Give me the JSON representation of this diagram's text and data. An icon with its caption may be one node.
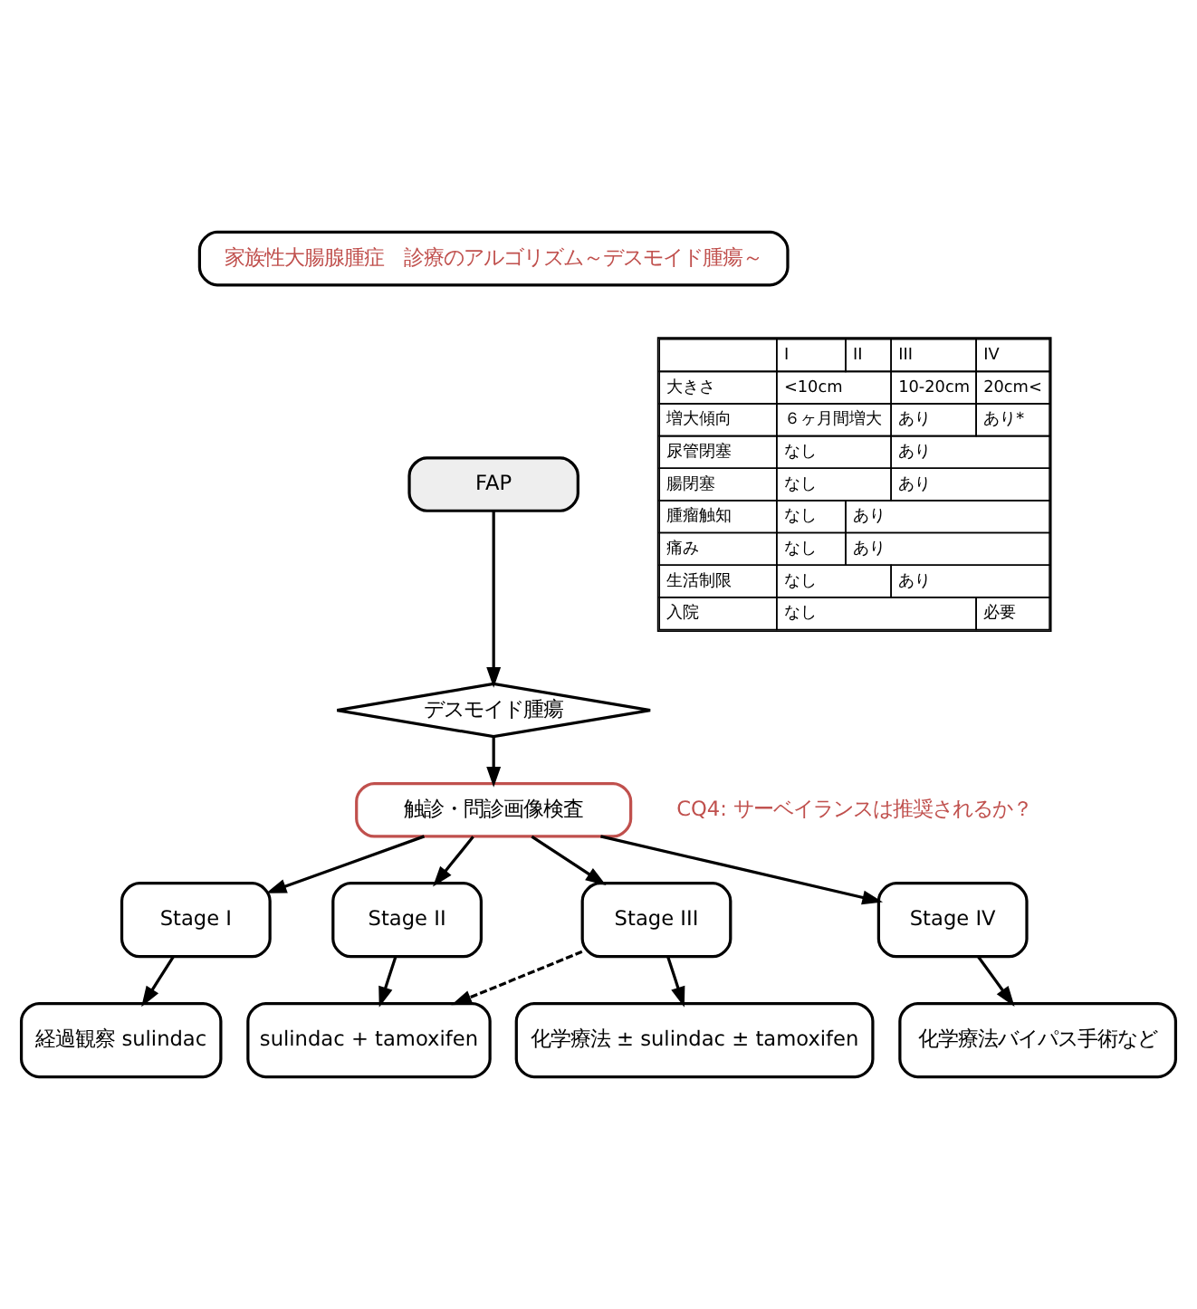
{
  "diagram": {
    "nodes": [
      {
        "text": [
          "家族性大腸腺腫症　診療のアルゴリズム～デスモイド腫瘍～"
        ]
      },
      {
        "text": [
          "FAP"
        ]
      },
      {
        "text": [
          "デスモイド腫瘍"
        ]
      },
      {
        "text": [
          "触診・問診画像検査"
        ]
      },
      {
        "text": [
          "Stage I"
        ]
      },
      {
        "text": [
          "Stage II"
        ]
      },
      {
        "text": [
          "Stage III"
        ]
      },
      {
        "text": [
          "Stage IV"
        ]
      },
      {
        "text": [
          "経過観察 sulindac"
        ]
      },
      {
        "text": [
          "sulindac + tamoxifen"
        ]
      },
      {
        "text": [
          "化学療法 ± sulindac ± tamoxifen"
        ]
      },
      {
        "text": [
          "化学療法バイパス手術など"
        ]
      }
    ],
    "edges": [
      {
        "from": 1,
        "to": 2,
        "arrow": "to"
      },
      {
        "from": 2,
        "to": 3,
        "arrow": "to"
      },
      {
        "from": 3,
        "to": 4,
        "arrow": "to"
      },
      {
        "from": 3,
        "to": 5,
        "arrow": "to"
      },
      {
        "from": 3,
        "to": 6,
        "arrow": "to"
      },
      {
        "from": 3,
        "to": 7,
        "arrow": "to"
      },
      {
        "from": 4,
        "to": 8,
        "arrow": "to"
      },
      {
        "from": 5,
        "to": 9,
        "arrow": "to"
      },
      {
        "from": 6,
        "to": 10,
        "arrow": "to"
      },
      {
        "from": 6,
        "to": 9,
        "arrow": "to",
        "style": "dashed"
      },
      {
        "from": 7,
        "to": 11,
        "arrow": "to"
      }
    ],
    "labels": [
      "I",
      "II",
      "III",
      "IV",
      "大きさ",
      "<10cm",
      "10-20cm",
      "20cm<",
      "増大傾向",
      "６ヶ月間増大",
      "あり",
      "あり*",
      "尿管閉塞",
      "なし",
      "あり",
      "腸閉塞",
      "なし",
      "あり",
      "腫瘤触知",
      "なし",
      "あり",
      "痛み",
      "なし",
      "あり",
      "生活制限",
      "なし",
      "あり",
      "入院",
      "なし",
      "必要",
      "CQ4: サーベイランスは推奨されるか？"
    ]
  }
}
